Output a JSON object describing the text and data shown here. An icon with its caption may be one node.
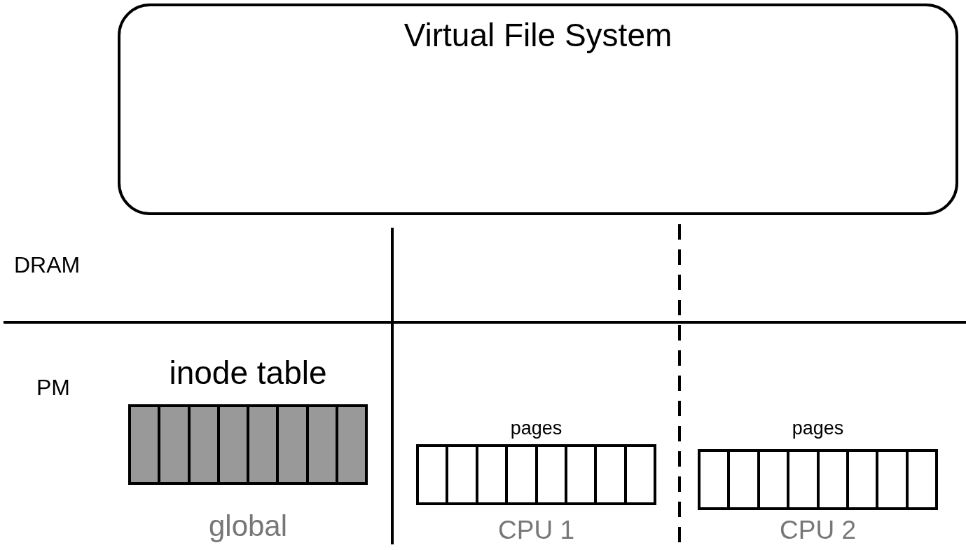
{
  "diagram": {
    "nodes": [
      {
        "text": [
          "Virtual File System"
        ]
      },
      {
        "text": [
          "inode table"
        ],
        "beside": [
          "global"
        ]
      },
      {
        "text": [
          "pages"
        ],
        "beside": [
          "CPU 1"
        ]
      },
      {
        "text": [
          "pages"
        ],
        "beside": [
          "CPU 2"
        ]
      }
    ],
    "labels": [
      "DRAM",
      "PM"
    ]
  }
}
